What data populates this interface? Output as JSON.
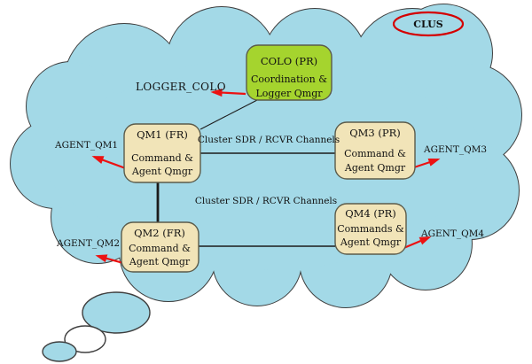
{
  "diagram": {
    "cluster_badge": "CLUS",
    "nodes": {
      "colo": {
        "title": "COLO (PR)",
        "line1": "Coordination &",
        "line2": "Logger Qmgr"
      },
      "qm1": {
        "title": "QM1 (FR)",
        "line1": "Command &",
        "line2": "Agent Qmgr"
      },
      "qm2": {
        "title": "QM2 (FR)",
        "line1": "Command &",
        "line2": "Agent Qmgr"
      },
      "qm3": {
        "title": "QM3 (PR)",
        "line1": "Command &",
        "line2": "Agent Qmgr"
      },
      "qm4": {
        "title": "QM4 (PR)",
        "line1": "Commands &",
        "line2": "Agent Qmgr"
      }
    },
    "labels": {
      "logger_colo": "LOGGER_COLO",
      "agent_qm1": "AGENT_QM1",
      "agent_qm2": "AGENT_QM2",
      "agent_qm3": "AGENT_QM3",
      "agent_qm4": "AGENT_QM4",
      "channels_top": "Cluster SDR / RCVR Channels",
      "channels_bottom": "Cluster SDR / RCVR Channels"
    },
    "colors": {
      "cloud": "#a3d9e7",
      "outline": "#3f3f3f",
      "box_tan": "#f1e4b8",
      "box_green": "#a5d42e",
      "box_border": "#5b5b4a",
      "line": "#1c1c1c",
      "arrow_red": "#ec1212",
      "clus_ring": "#d40000",
      "background": "#ffffff"
    }
  }
}
